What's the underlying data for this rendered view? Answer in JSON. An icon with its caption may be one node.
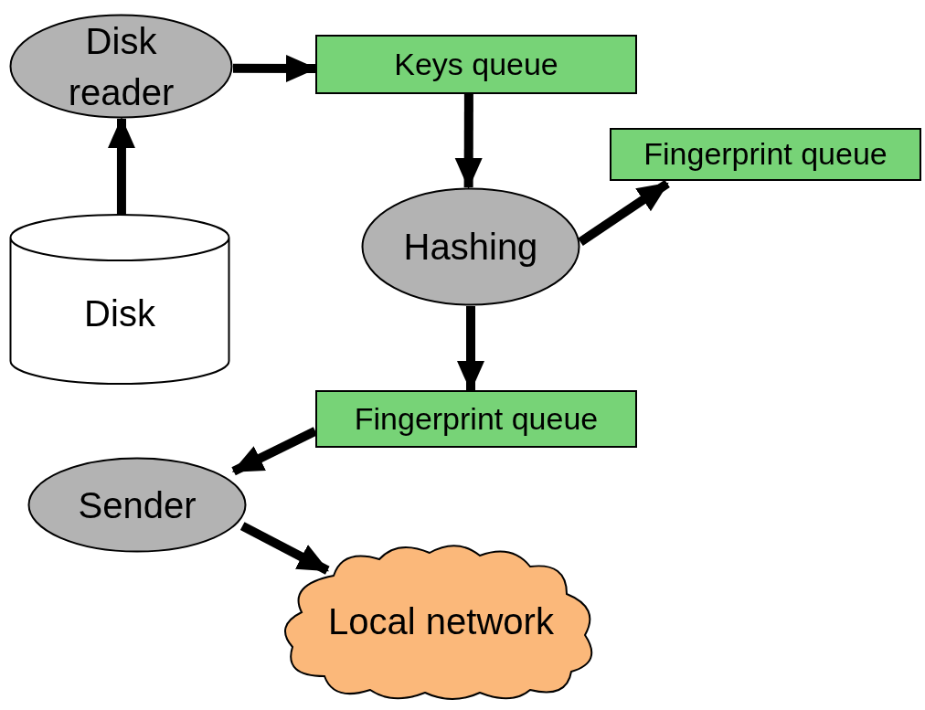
{
  "diagram": {
    "nodes": [
      {
        "text": [
          "Disk reader"
        ]
      },
      {
        "text": [
          "Keys queue"
        ]
      },
      {
        "text": [
          "Fingerprint queue"
        ]
      },
      {
        "text": [
          "Hashing"
        ]
      },
      {
        "text": [
          "Disk"
        ]
      },
      {
        "text": [
          "Fingerprint queue"
        ]
      },
      {
        "text": [
          "Sender"
        ]
      },
      {
        "text": [
          "Local network"
        ]
      }
    ],
    "edges": [
      {
        "from": 4,
        "to": 0,
        "arrow": "to"
      },
      {
        "from": 0,
        "to": 1,
        "arrow": "to"
      },
      {
        "from": 1,
        "to": 3,
        "arrow": "to"
      },
      {
        "from": 3,
        "to": 2,
        "arrow": "to"
      },
      {
        "from": 3,
        "to": 5,
        "arrow": "to"
      },
      {
        "from": 5,
        "to": 6,
        "arrow": "to"
      },
      {
        "from": 6,
        "to": 7,
        "arrow": "to"
      }
    ]
  }
}
